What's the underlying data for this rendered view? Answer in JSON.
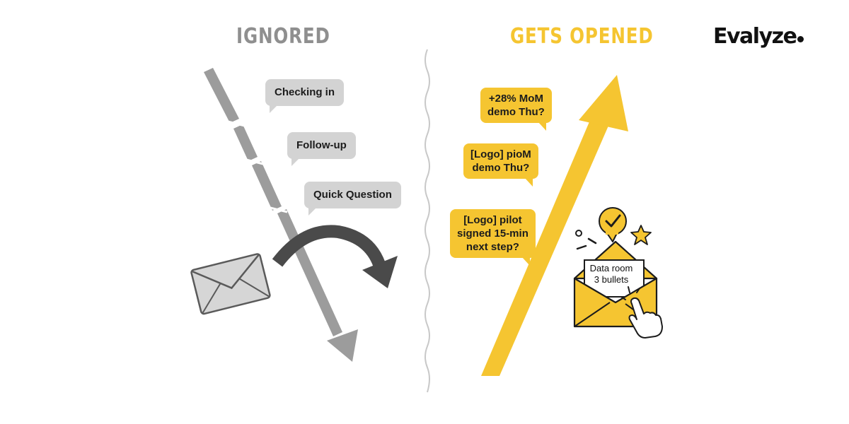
{
  "headings": {
    "left": "IGNORED",
    "right": "GETS OPENED"
  },
  "brand": {
    "name": "Evalyze"
  },
  "ignored_messages": [
    "Checking in",
    "Follow-up",
    "Quick Question"
  ],
  "opened_messages": [
    [
      "+28% MoM",
      "demo Thu?"
    ],
    [
      "[Logo] pioM",
      "demo Thu?"
    ],
    [
      "[Logo] pilot",
      "signed 15-min",
      "next step?"
    ]
  ],
  "envelope_card": [
    "Data room",
    "3 bullets"
  ],
  "icons": [
    "envelope-icon",
    "open-envelope-icon",
    "checkmark-bubble-icon",
    "star-icon",
    "pointing-hand-icon"
  ],
  "colors": {
    "ignored_gray": "#8f8f8f",
    "bubble_gray": "#d3d3d3",
    "accent_yellow": "#f5c531",
    "dark_arrow": "#4a4a4a",
    "text_dark": "#1c1c1c"
  }
}
